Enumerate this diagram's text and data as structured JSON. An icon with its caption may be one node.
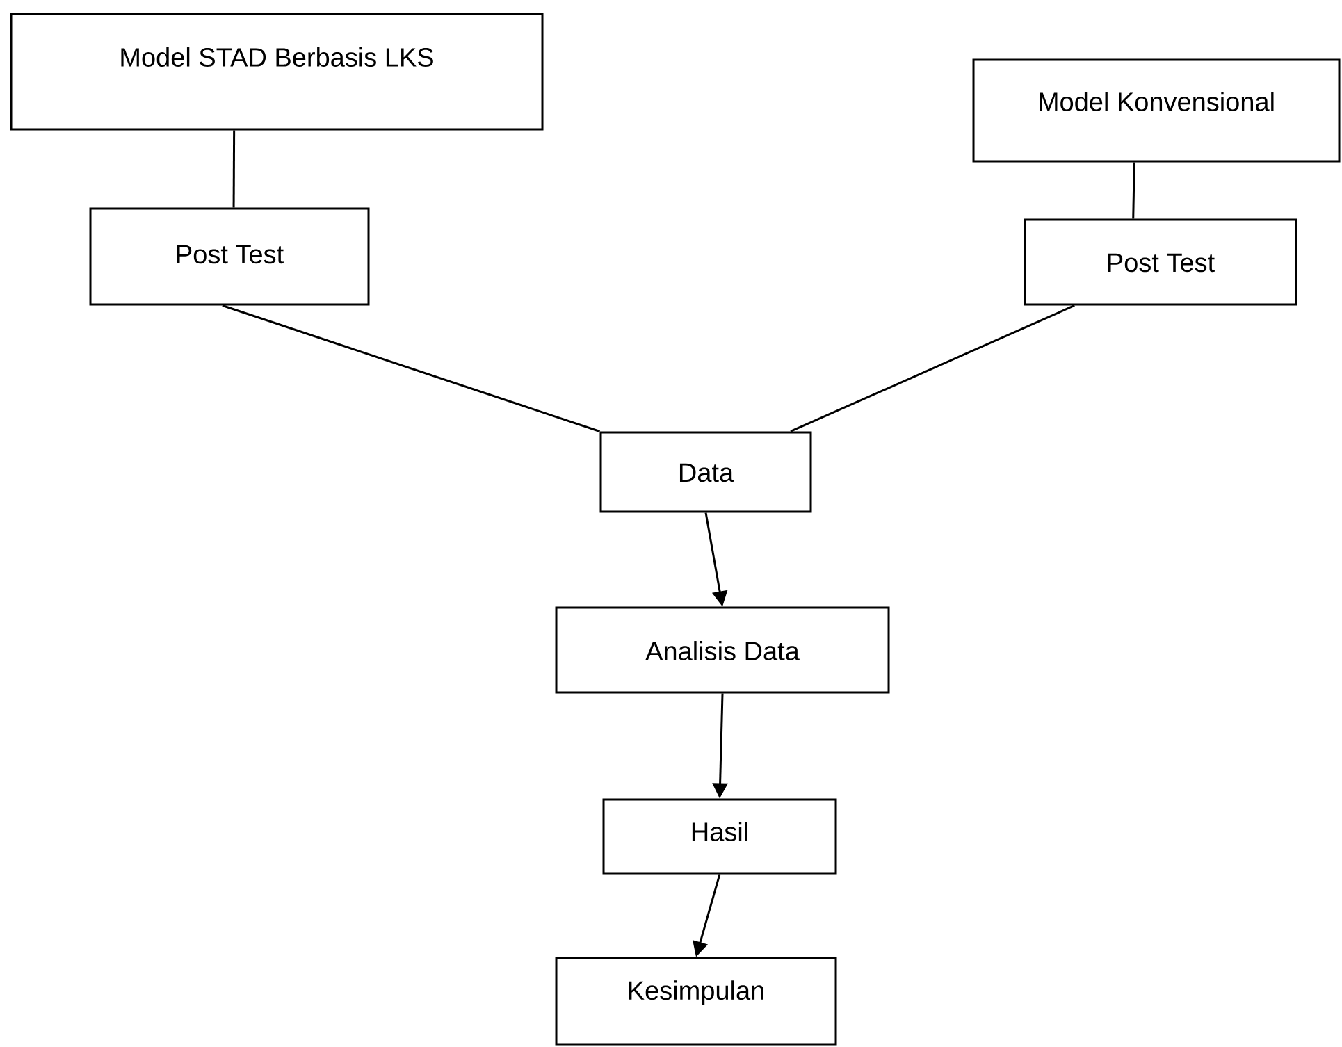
{
  "diagram": {
    "nodes": [
      {
        "text": [
          "Model STAD Berbasis LKS"
        ]
      },
      {
        "text": [
          "Post Test"
        ]
      },
      {
        "text": [
          "Model Konvensional"
        ]
      },
      {
        "text": [
          "Post Test"
        ]
      },
      {
        "text": [
          "Data"
        ]
      },
      {
        "text": [
          "Analisis Data"
        ]
      },
      {
        "text": [
          "Hasil"
        ]
      },
      {
        "text": [
          "Kesimpulan"
        ]
      }
    ],
    "edges": [
      {
        "from": 0,
        "to": 1,
        "arrow": "none"
      },
      {
        "from": 2,
        "to": 3,
        "arrow": "none"
      },
      {
        "from": 1,
        "to": 4,
        "arrow": "none"
      },
      {
        "from": 3,
        "to": 4,
        "arrow": "none"
      },
      {
        "from": 4,
        "to": 5,
        "arrow": "to"
      },
      {
        "from": 5,
        "to": 6,
        "arrow": "to"
      },
      {
        "from": 6,
        "to": 7,
        "arrow": "to"
      }
    ]
  }
}
